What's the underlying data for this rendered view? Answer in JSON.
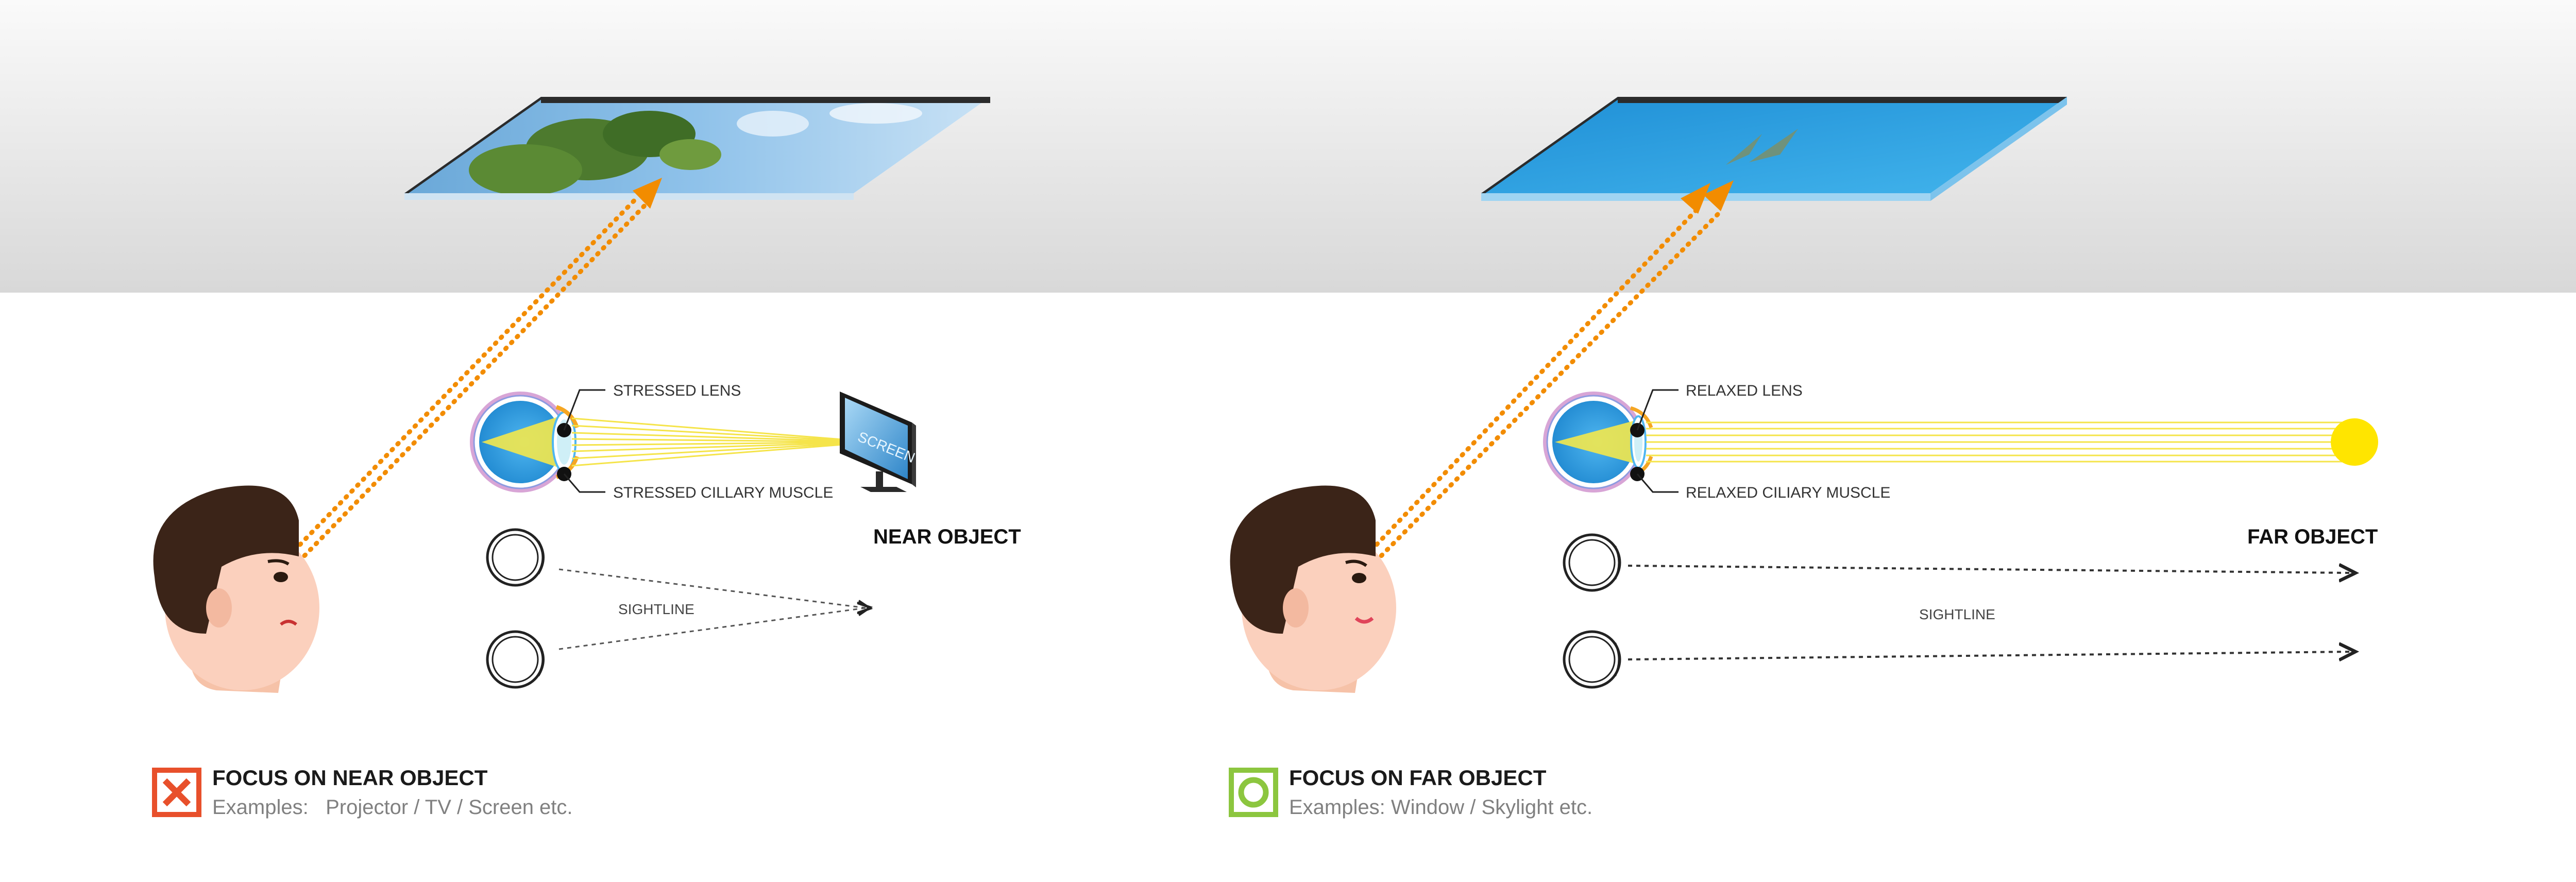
{
  "left_panel": {
    "eye_labels": {
      "lens": "STRESSED LENS",
      "muscle": "STRESSED CILLARY MUSCLE"
    },
    "object_label": "NEAR OBJECT",
    "sightline_label": "SIGHTLINE",
    "screen_text": "SCREEN",
    "caption": {
      "icon": "cross-icon",
      "title": "FOCUS ON NEAR OBJECT",
      "subtitle": "Examples:   Projector / TV / Screen etc."
    }
  },
  "right_panel": {
    "eye_labels": {
      "lens": "RELAXED LENS",
      "muscle": "RELAXED CILIARY MUSCLE"
    },
    "object_label": "FAR OBJECT",
    "sightline_label": "SIGHTLINE",
    "caption": {
      "icon": "ring-icon",
      "title": "FOCUS ON FAR OBJECT",
      "subtitle": "Examples: Window / Skylight etc."
    }
  },
  "colors": {
    "ceiling_top": "#f7f7f7",
    "ceiling_bottom": "#d9d9d9",
    "sightline_orange": "#f28c00",
    "light_ray_yellow": "#f5e44a",
    "sun_yellow": "#ffe500",
    "cross_badge": "#e8502b",
    "ring_badge": "#8cc63f",
    "eye_blue": "#2aa0e6",
    "hair": "#3b2418",
    "skin": "#fbd0bd"
  }
}
